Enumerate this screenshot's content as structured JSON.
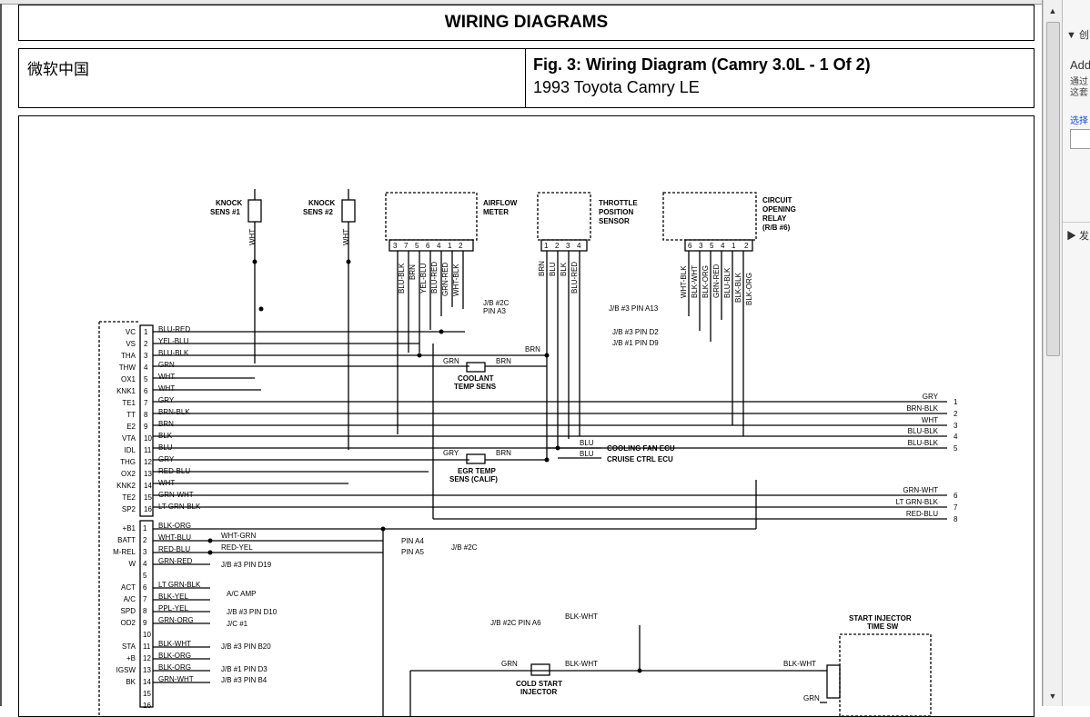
{
  "document": {
    "header_title": "WIRING DIAGRAMS",
    "source_label": "微软中国",
    "figure_title": "Fig. 3: Wiring Diagram (Camry 3.0L - 1 Of 2)",
    "figure_subtitle": "1993 Toyota Camry LE"
  },
  "diagram": {
    "sensors": {
      "knock1": [
        "KNOCK",
        "SENS #1"
      ],
      "knock2": [
        "KNOCK",
        "SENS #2"
      ],
      "airflow": [
        "AIRFLOW",
        "METER"
      ],
      "throttle": [
        "THROTTLE",
        "POSITION",
        "SENSOR"
      ],
      "relay": [
        "CIRCUIT",
        "OPENING",
        "RELAY",
        "(R/B #6)"
      ],
      "coolant": [
        "COOLANT",
        "TEMP SENS"
      ],
      "egr": [
        "EGR TEMP",
        "SENS (CALIF)"
      ],
      "cold_start": [
        "COLD START",
        "INJECTOR"
      ],
      "start_timer": [
        "START INJECTOR",
        "TIME SW"
      ]
    },
    "knock_wire": "WHT",
    "airflow_pins": [
      "3",
      "7",
      "5",
      "6",
      "4",
      "1",
      "2"
    ],
    "airflow_wires": [
      "BLU-BLK",
      "BRN",
      "YEL-BLU",
      "BLU-RED",
      "GRN-RED",
      "WHT-BLK"
    ],
    "throttle_pins": [
      "1",
      "2",
      "3",
      "4"
    ],
    "throttle_wires": [
      "BRN",
      "BLU",
      "BLK",
      "BLU-RED"
    ],
    "relay_pins": [
      "6",
      "3",
      "5",
      "4",
      "1",
      "2"
    ],
    "relay_wires": [
      "WHT-BLK",
      "BLK-WHT",
      "BLK-ORG",
      "GRN-RED",
      "BLU-BLK",
      "BLK-BLK",
      "BLK-ORG"
    ],
    "jb_labels": {
      "jb2c_a3": [
        "J/B #2C",
        "PIN A3"
      ],
      "jb3_a13": "J/B #3 PIN A13",
      "jb3_d2": "J/B #3 PIN D2",
      "jb1_d9": "J/B #1 PIN D9",
      "pin_a4": "PIN A4",
      "pin_a5": "PIN A5",
      "jb2c": "J/B #2C",
      "jb2c_a6": "J/B #2C PIN A6"
    },
    "ecu_upper": [
      {
        "name": "VC",
        "pin": "1",
        "wire": "BLU-RED"
      },
      {
        "name": "VS",
        "pin": "2",
        "wire": "YEL-BLU"
      },
      {
        "name": "THA",
        "pin": "3",
        "wire": "BLU-BLK"
      },
      {
        "name": "THW",
        "pin": "4",
        "wire": "GRN"
      },
      {
        "name": "OX1",
        "pin": "5",
        "wire": "WHT"
      },
      {
        "name": "KNK1",
        "pin": "6",
        "wire": "WHT"
      },
      {
        "name": "TE1",
        "pin": "7",
        "wire": "GRY"
      },
      {
        "name": "TT",
        "pin": "8",
        "wire": "BRN-BLK"
      },
      {
        "name": "E2",
        "pin": "9",
        "wire": "BRN"
      },
      {
        "name": "VTA",
        "pin": "10",
        "wire": "BLK"
      },
      {
        "name": "IDL",
        "pin": "11",
        "wire": "BLU"
      },
      {
        "name": "THG",
        "pin": "12",
        "wire": "GRY"
      },
      {
        "name": "OX2",
        "pin": "13",
        "wire": "RED-BLU"
      },
      {
        "name": "KNK2",
        "pin": "14",
        "wire": "WHT"
      },
      {
        "name": "TE2",
        "pin": "15",
        "wire": "GRN-WHT"
      },
      {
        "name": "SP2",
        "pin": "16",
        "wire": "LT GRN-BLK"
      }
    ],
    "ecu_lower": [
      {
        "name": "+B1",
        "pin": "1",
        "wire": "BLK-ORG"
      },
      {
        "name": "BATT",
        "pin": "2",
        "wire": "WHT-BLU"
      },
      {
        "name": "M-REL",
        "pin": "3",
        "wire": "RED-BLU"
      },
      {
        "name": "W",
        "pin": "4",
        "wire": "GRN-RED"
      },
      {
        "name": "",
        "pin": "5",
        "wire": ""
      },
      {
        "name": "ACT",
        "pin": "6",
        "wire": "LT GRN-BLK"
      },
      {
        "name": "A/C",
        "pin": "7",
        "wire": "BLK-YEL"
      },
      {
        "name": "SPD",
        "pin": "8",
        "wire": "PPL-YEL"
      },
      {
        "name": "OD2",
        "pin": "9",
        "wire": "GRN-ORG"
      },
      {
        "name": "",
        "pin": "10",
        "wire": ""
      },
      {
        "name": "STA",
        "pin": "11",
        "wire": "BLK-WHT"
      },
      {
        "name": "+B",
        "pin": "12",
        "wire": "BLK-ORG"
      },
      {
        "name": "IGSW",
        "pin": "13",
        "wire": "BLK-ORG"
      },
      {
        "name": "BK",
        "pin": "14",
        "wire": "GRN-WHT"
      },
      {
        "name": "",
        "pin": "15",
        "wire": ""
      },
      {
        "name": "",
        "pin": "16",
        "wire": ""
      }
    ],
    "lower_right_labels": {
      "wht_grn": "WHT-GRN",
      "red_yel": "RED-YEL",
      "jb3_d19": "J/B #3 PIN D19",
      "ac_amp": "A/C AMP",
      "jb3_d10": "J/B #3 PIN D10",
      "jc1": "J/C #1",
      "jb3_b20": "J/B #3 PIN B20",
      "jb1_d3": "J/B #1 PIN D3",
      "jb3_b4": "J/B #3 PIN B4"
    },
    "outputs": [
      {
        "wire": "GRY",
        "num": "1"
      },
      {
        "wire": "BRN-BLK",
        "num": "2"
      },
      {
        "wire": "WHT",
        "num": "3"
      },
      {
        "wire": "BLU-BLK",
        "num": "4"
      },
      {
        "wire": "BLU-BLK",
        "num": "5"
      },
      {
        "wire": "GRN-WHT",
        "num": "6"
      },
      {
        "wire": "LT GRN-BLK",
        "num": "7"
      },
      {
        "wire": "RED-BLU",
        "num": "8"
      }
    ],
    "misc_labels": {
      "grn": "GRN",
      "brn": "BRN",
      "gry": "GRY",
      "blu": "BLU",
      "cooling_fan": "COOLING FAN ECU",
      "cruise": "CRUISE CTRL ECU",
      "blk_wht": "BLK-WHT",
      "grn2": "GRN",
      "blk_wht2": "BLK-WHT",
      "grn3": "GRN"
    }
  },
  "scrollbar": {
    "up_arrow": "▲",
    "down_arrow": "▼"
  },
  "side_panel": {
    "head1": "▼ 创",
    "title": "Add",
    "desc": [
      "通过",
      "这套"
    ],
    "link": "选择",
    "head2": "▶ 发"
  }
}
